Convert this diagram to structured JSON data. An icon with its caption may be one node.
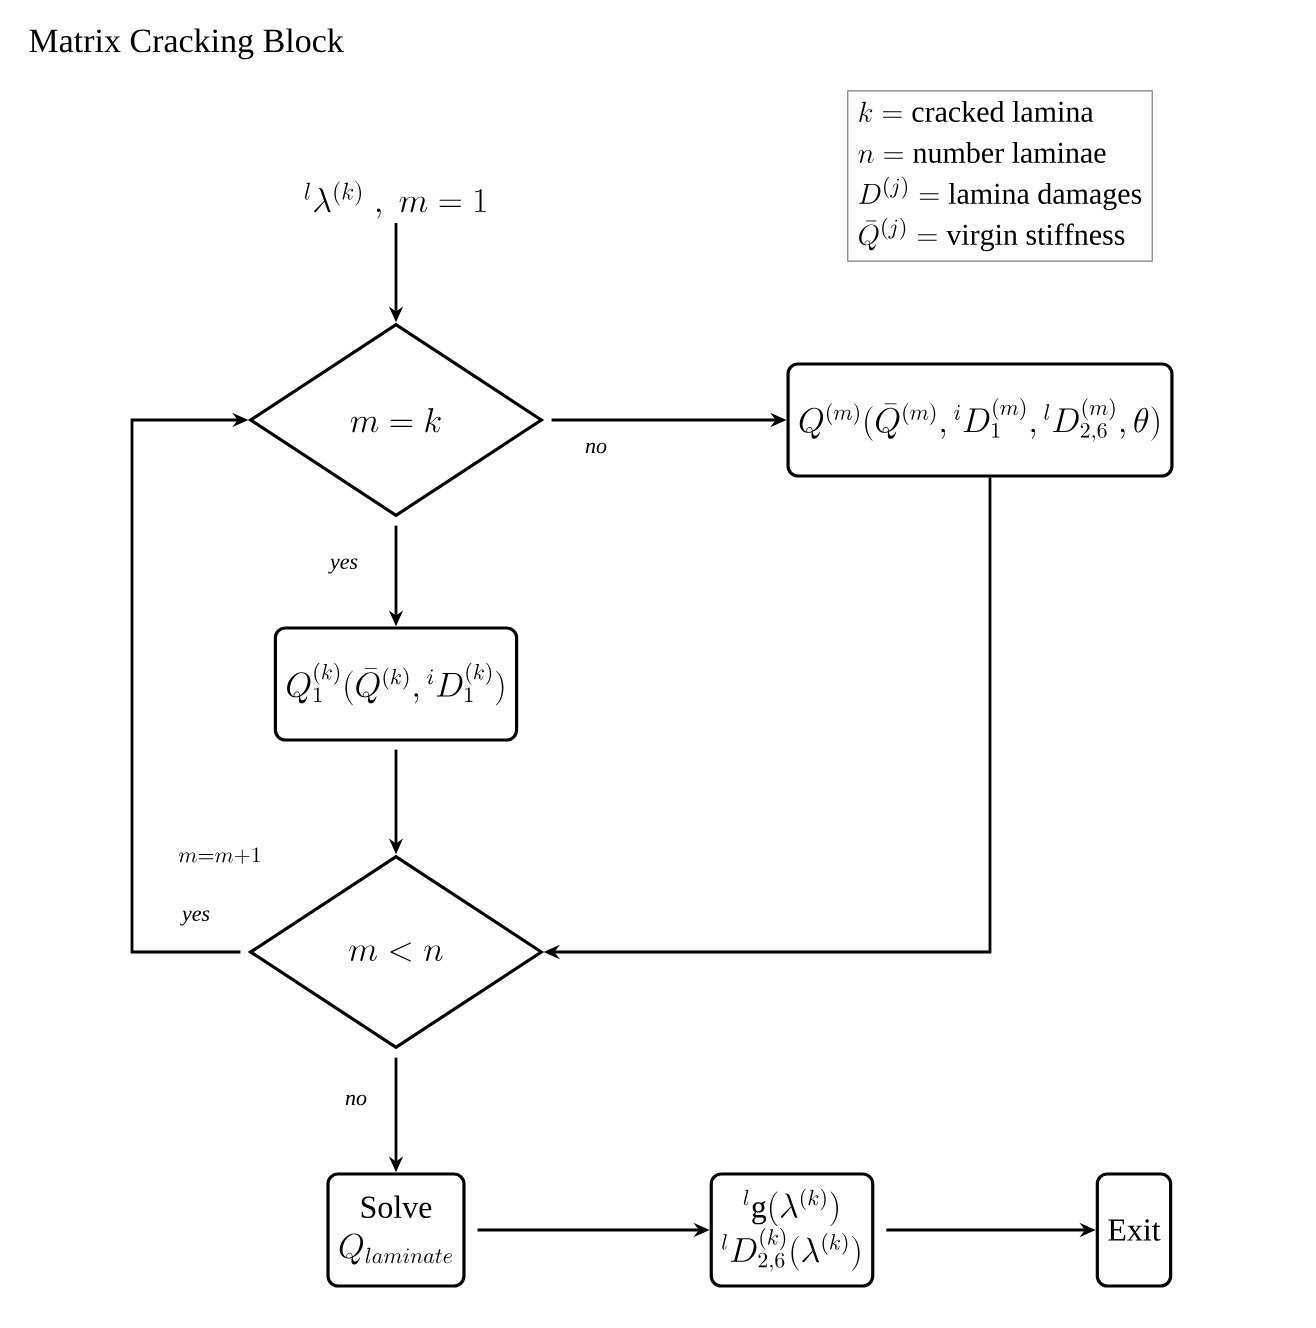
{
  "diagram": {
    "title": "Matrix Cracking Block",
    "nodes": [
      {
        "text": [
          "{}^{l}\\lambda^{(k)}\\;,\\;m=1"
        ]
      },
      {
        "text": [
          "m=k"
        ]
      },
      {
        "text": [
          "Q^{(m)}(\\bar{Q}^{(m)},{}^{i}D_1^{(m)},{}^{l}D_{2,6}^{(m)},\\theta)"
        ]
      },
      {
        "text": [
          "Q_1^{(k)}(\\bar{Q}^{(k)},{}^{i}D_1^{(k)})"
        ]
      },
      {
        "text": [
          "m<n"
        ]
      },
      {
        "text": [
          "Solve",
          "Q_{laminate}"
        ]
      },
      {
        "text": [
          "{}^{l}\\mathrm{g}(\\lambda^{(k)})",
          "{}^{l}D_{2,6}^{(k)}(\\lambda^{(k)})"
        ]
      },
      {
        "text": [
          "Exit"
        ]
      },
      {
        "text": [
          "k=\\mathrm{cracked\\ lamina}",
          "n=\\mathrm{number\\ laminae}",
          "D^{(j)}=\\mathrm{lamina\\ damages}",
          "\\bar{Q}^{(j)}=\\mathrm{virgin\\ stiffness}"
        ]
      }
    ],
    "edges": [
      {
        "from": 0,
        "to": 1,
        "arrow": "to"
      },
      {
        "from": 1,
        "to": 2,
        "arrow": "to",
        "label": "no"
      },
      {
        "from": 1,
        "to": 3,
        "arrow": "to",
        "label": "yes"
      },
      {
        "from": 3,
        "to": 4,
        "arrow": "to"
      },
      {
        "from": 2,
        "to": 4,
        "arrow": "to"
      },
      {
        "from": 4,
        "to": 1,
        "arrow": "to",
        "label": "yes"
      },
      {
        "from": 4,
        "to": 5,
        "arrow": "to",
        "label": "no"
      },
      {
        "from": 5,
        "to": 6,
        "arrow": "to"
      },
      {
        "from": 6,
        "to": 7,
        "arrow": "to"
      }
    ],
    "labels": [
      "m{=}m{+}1"
    ]
  }
}
